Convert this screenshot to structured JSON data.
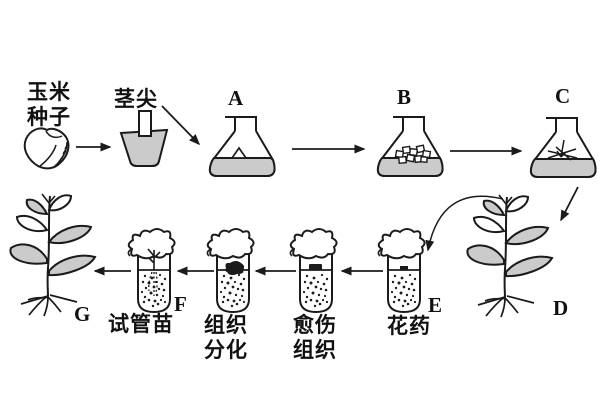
{
  "diagram": {
    "labels": {
      "corn_seed": "玉米\n种子",
      "stem_tip": "茎尖",
      "flask_a": "A",
      "flask_b": "B",
      "flask_c": "C",
      "plant_d": "D",
      "anther_tube": "E",
      "seedling_tube": "F",
      "plant_g": "G",
      "test_tube_seedling": "试管苗",
      "tissue_differentiation": "组织\n分化",
      "callus": "愈伤\n组织",
      "anther": "花药"
    },
    "colors": {
      "line": "#1b1b1b",
      "gray_fill": "#cbcbcb",
      "background": "#ffffff"
    }
  }
}
